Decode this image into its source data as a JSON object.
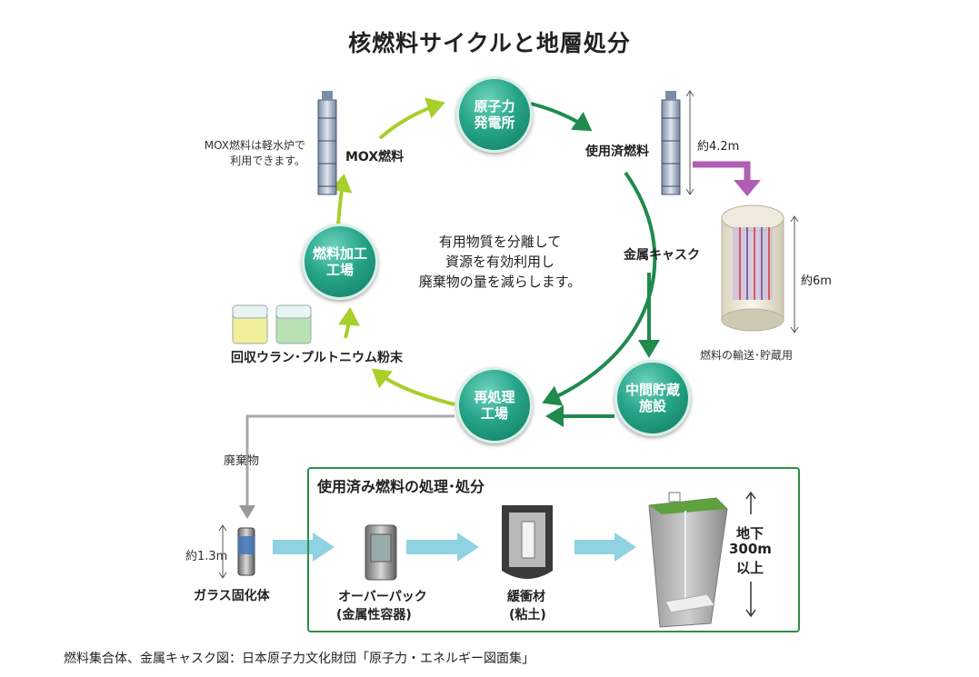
{
  "title": "核燃料サイクルと地層処分",
  "nodes": {
    "plant": "原子力\n発電所",
    "fabrication": "燃料加工\n工場",
    "reprocessing": "再処理\n工場",
    "storage": "中間貯蔵\n施設"
  },
  "labels": {
    "spent_fuel": "使用済燃料",
    "mox_fuel": "MOX燃料",
    "mox_note": "MOX燃料は軽水炉で\n利用できます。",
    "metal_cask": "金属キャスク",
    "length_42": "約4.2m",
    "height_6": "約6m",
    "cask_caption": "燃料の輸送･貯蔵用",
    "powder": "回収ウラン･プルトニウム粉末",
    "waste": "廃棄物",
    "length_13": "約1.3m",
    "glass": "ガラス固化体"
  },
  "center_text": "有用物質を分離して\n資源を有効利用し\n廃棄物の量を減らします。",
  "disposal": {
    "title": "使用済み燃料の処理･処分",
    "overpack": "オーバーパック",
    "overpack_sub": "(金属性容器)",
    "buffer": "緩衝材",
    "buffer_sub": "(粘土)",
    "depth_l1": "地下",
    "depth_l2": "300m",
    "depth_l3": "以上"
  },
  "credit": "燃料集合体、金属キャスク図：日本原子力文化財団「原子力・エネルギー図面集」",
  "colors": {
    "dark_green_arrow": "#1f8a4c",
    "light_green_arrow": "#a8cf2a",
    "purple_arrow": "#b05db3",
    "cyan_arrow": "#8fd3e3",
    "node_teal": "#27a589"
  }
}
